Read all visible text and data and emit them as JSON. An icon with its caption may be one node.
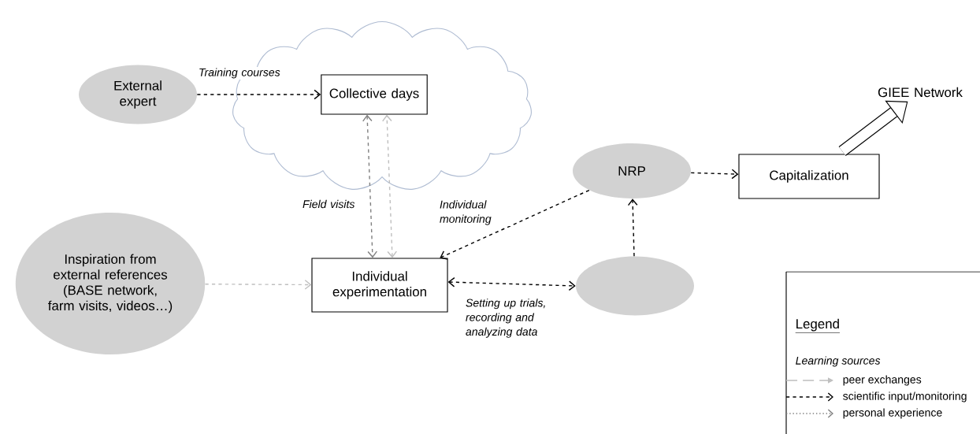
{
  "diagram": {
    "nodes": [
      {
        "text": [],
        "shape": "cloud"
      },
      {
        "text": [
          "External expert"
        ]
      },
      {
        "text": [
          "Collective days"
        ],
        "in": 0
      },
      {
        "text": [
          "Inspiration from external references (BASE network, farm visits, videos…)"
        ]
      },
      {
        "text": [
          "Individual experimentation"
        ]
      },
      {
        "text": [
          "NRP"
        ]
      },
      {
        "text": [],
        "shape": "ellipse"
      },
      {
        "text": [
          "Capitalization"
        ]
      },
      {
        "text": [
          "GIEE Network"
        ]
      }
    ],
    "edges": [
      {
        "from": 1,
        "to": 2,
        "arrow": "to",
        "style": "dashed",
        "label": "Training courses"
      },
      {
        "from": 2,
        "to": 4,
        "arrow": "both",
        "style": "dashed",
        "color": "#808080",
        "label": "Field visits"
      },
      {
        "from": 4,
        "to": 2,
        "arrow": "both",
        "style": "dashed",
        "color": "#bfbfbf"
      },
      {
        "from": 3,
        "to": 4,
        "arrow": "to",
        "style": "dashed",
        "color": "#bfbfbf"
      },
      {
        "from": 5,
        "to": 4,
        "arrow": "to",
        "style": "dashed",
        "label": "Individual monitoring"
      },
      {
        "from": 4,
        "to": 6,
        "arrow": "both",
        "style": "dashed",
        "label": "Setting up trials, recording and analyzing data"
      },
      {
        "from": 6,
        "to": 5,
        "arrow": "to",
        "style": "dashed"
      },
      {
        "from": 5,
        "to": 7,
        "arrow": "to",
        "style": "dashed"
      },
      {
        "from": 7,
        "to": 8,
        "arrow": "to",
        "style": "thick"
      }
    ],
    "labels": [
      "Legend",
      "Learning sources"
    ],
    "legend": [
      {
        "text": "peer exchanges"
      },
      {
        "text": "scientific input/monitoring"
      },
      {
        "text": "personal experience"
      }
    ]
  }
}
